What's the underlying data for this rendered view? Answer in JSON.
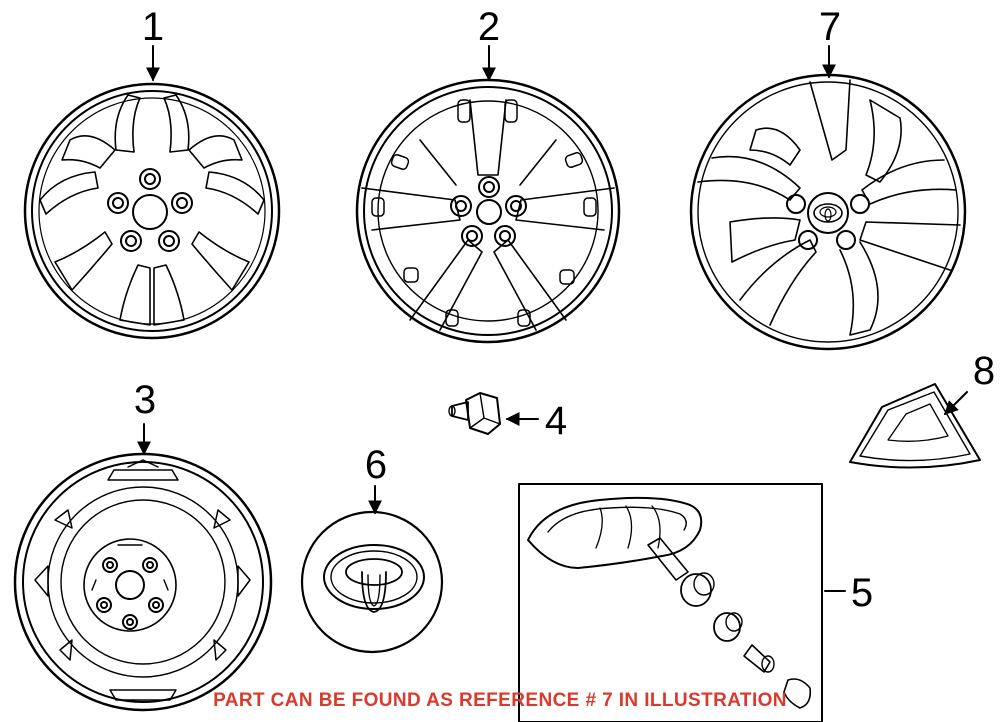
{
  "callouts": {
    "c1": "1",
    "c2": "2",
    "c3": "3",
    "c4": "4",
    "c5": "5",
    "c6": "6",
    "c7": "7",
    "c8": "8"
  },
  "note": "PART CAN BE FOUND AS REFERENCE # 7 IN ILLUSTRATION",
  "colors": {
    "line": "#000000",
    "note": "#d93a2b"
  }
}
